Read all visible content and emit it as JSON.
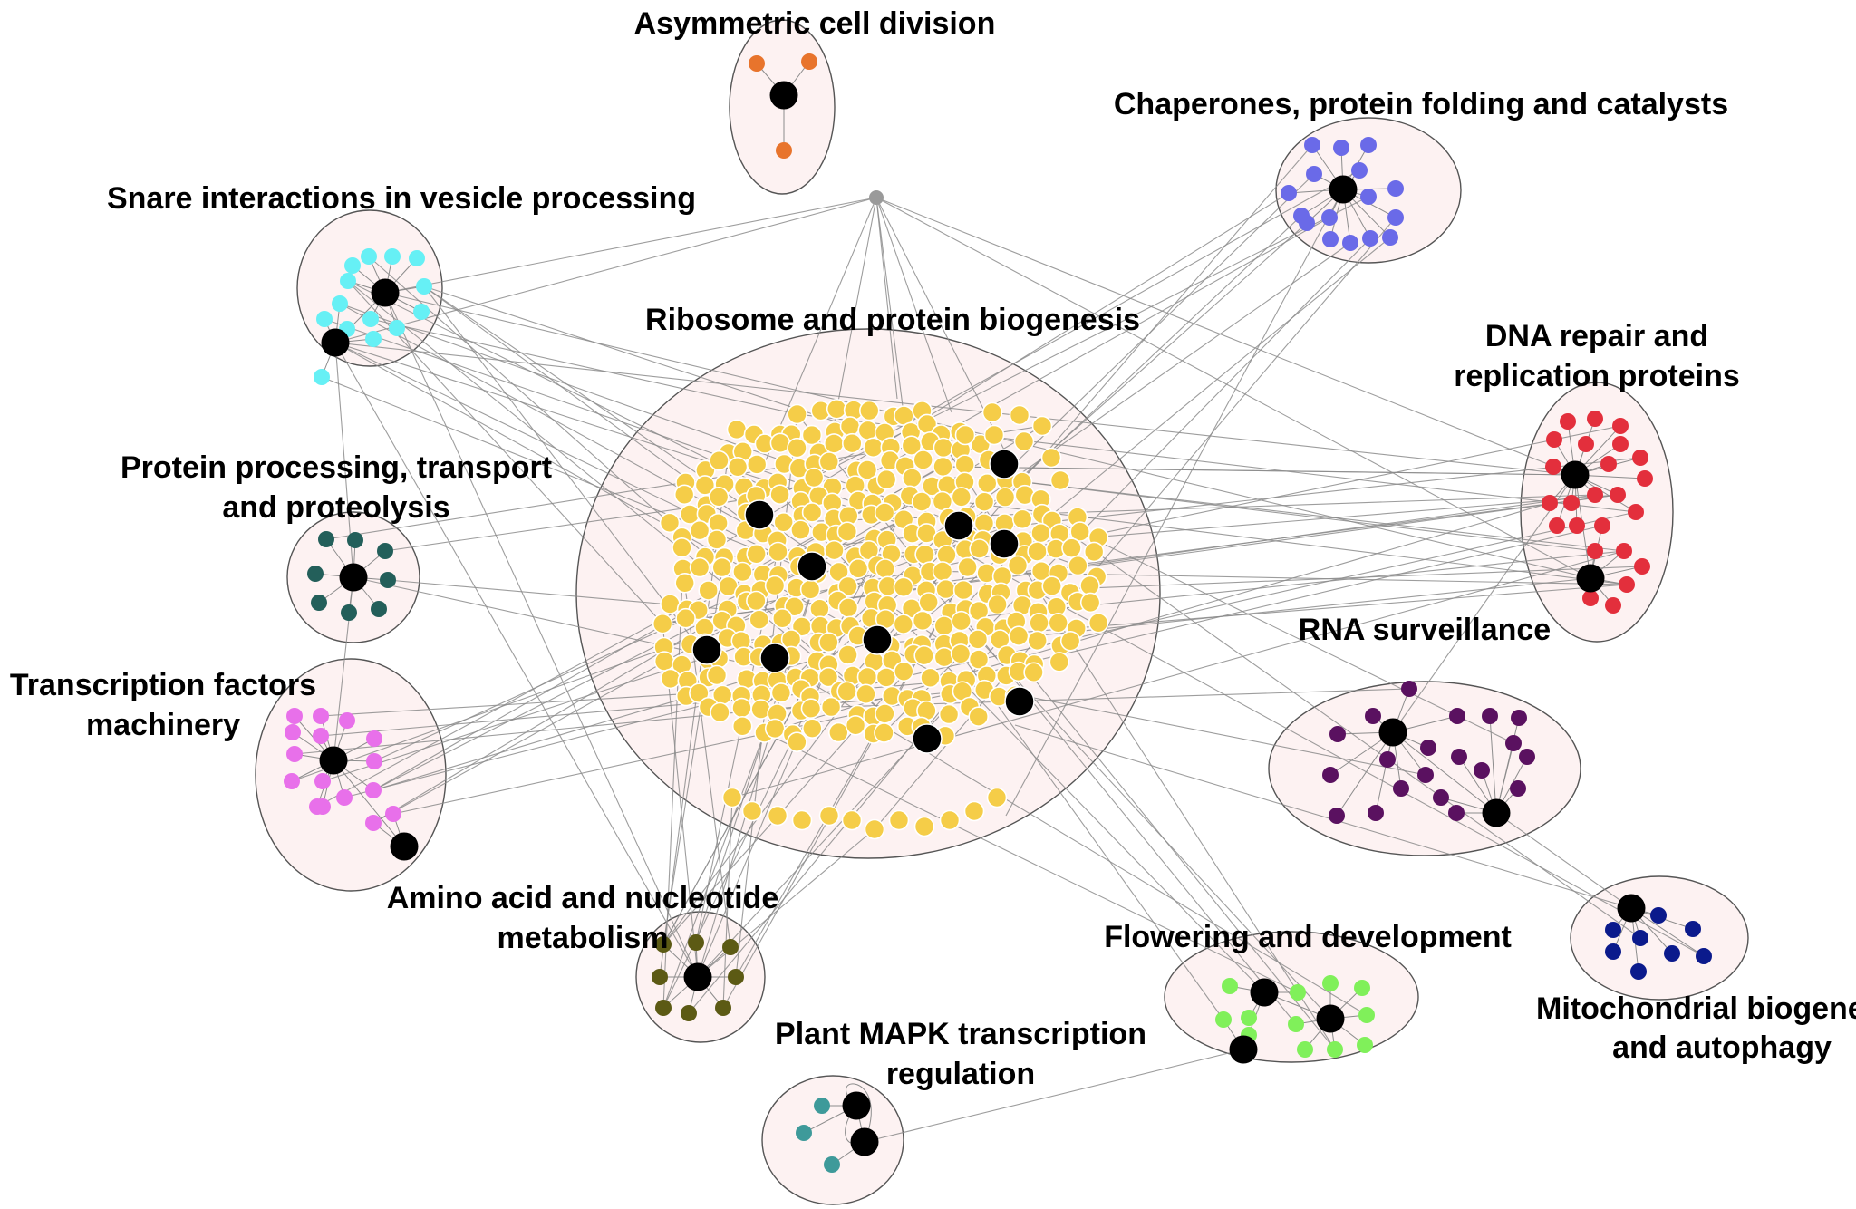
{
  "colors": {
    "cluster_fill": "#fdf2f2",
    "cluster_stroke": "#555555",
    "edge": "#8c8c8c",
    "hub": "#000000",
    "orphan_node": "#9a9a9a"
  },
  "clusters": [
    {
      "id": "asymmetric",
      "lines": [
        "Asymmetric cell division"
      ],
      "color": "#e8742c"
    },
    {
      "id": "chaperones",
      "lines": [
        "Chaperones, protein folding and catalysts"
      ],
      "color": "#6a6ae8"
    },
    {
      "id": "snare",
      "lines": [
        "Snare interactions in vesicle processing"
      ],
      "color": "#66f0f5"
    },
    {
      "id": "ribosome",
      "lines": [
        "Ribosome and protein biogenesis"
      ],
      "color": "#f5cd48"
    },
    {
      "id": "dna",
      "lines": [
        "DNA repair and",
        "replication proteins"
      ],
      "color": "#e32f3c"
    },
    {
      "id": "protein-processing",
      "lines": [
        "Protein processing, transport",
        "and proteolysis"
      ],
      "color": "#235f5a"
    },
    {
      "id": "rna",
      "lines": [
        "RNA surveillance"
      ],
      "color": "#5a1160"
    },
    {
      "id": "transcription",
      "lines": [
        "Transcription factors",
        "machinery"
      ],
      "color": "#e870ea"
    },
    {
      "id": "amino",
      "lines": [
        "Amino acid and nucleotide",
        "metabolism"
      ],
      "color": "#5c5a14"
    },
    {
      "id": "flowering",
      "lines": [
        "Flowering and development"
      ],
      "color": "#80f05a"
    },
    {
      "id": "mito",
      "lines": [
        "Mitochondrial biogenesis",
        "and autophagy"
      ],
      "color": "#0b1a8c"
    },
    {
      "id": "mapk",
      "lines": [
        "Plant MAPK transcription",
        "regulation"
      ],
      "color": "#3e9a9a"
    }
  ]
}
